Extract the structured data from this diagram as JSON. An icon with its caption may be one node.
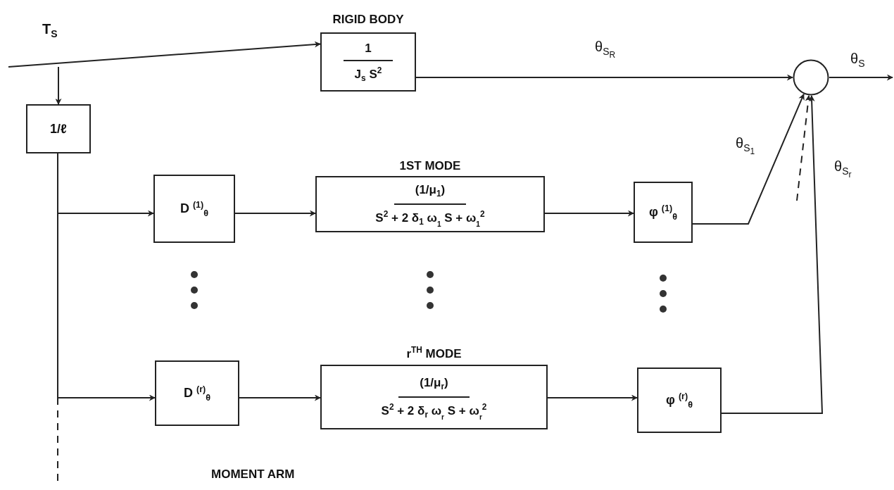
{
  "diagram": {
    "nodes": [
      {
        "text": [
          "T$_{S}$"
        ]
      },
      {
        "text": [
          "RIGID BODY",
          "1",
          "J$_{s}$ S$^{2}$"
        ]
      },
      {
        "text": [
          "1/ℓ"
        ]
      },
      {
        "text": [
          "D $^{(1)}$$_{θ}$"
        ]
      },
      {
        "text": [
          "1ST MODE",
          "(1/μ$_{1}$)",
          "S$^{2}$ + 2 δ$_{1}$ ω$_{1}$ S + ω$_{1}$$^{2}$"
        ]
      },
      {
        "text": [
          "φ $^{(1)}$$_{θ}$"
        ]
      },
      {
        "text": [
          "D $^{(r)}$$_{θ}$"
        ]
      },
      {
        "text": [
          "r$^{TH}$ MODE",
          "(1/μ$_{r}$)",
          "S$^{2}$ + 2 δ$_{r}$ ω$_{r}$ S + ω$_{r}$$^{2}$"
        ]
      },
      {
        "text": [
          "φ $^{(r)}$$_{θ}$"
        ]
      },
      {
        "text": [],
        "shape": "circle"
      }
    ],
    "edges": [
      {
        "from": 0,
        "to": 1,
        "arrow": "to"
      },
      {
        "from": 0,
        "to": 2,
        "arrow": "to"
      },
      {
        "from": 2,
        "to": 3,
        "arrow": "to"
      },
      {
        "from": 2,
        "to": 6,
        "arrow": "to"
      },
      {
        "from": 3,
        "to": 4,
        "arrow": "to"
      },
      {
        "from": 4,
        "to": 5,
        "arrow": "to"
      },
      {
        "from": 6,
        "to": 7,
        "arrow": "to"
      },
      {
        "from": 7,
        "to": 8,
        "arrow": "to"
      },
      {
        "from": 1,
        "to": 9,
        "arrow": "to",
        "label": "θ$_{S}$$_{R}$"
      },
      {
        "from": 5,
        "to": 9,
        "arrow": "to",
        "label": "θ$_{S}$$_{1}$"
      },
      {
        "from": null,
        "to": 9,
        "arrow": "to",
        "style": "dashed"
      },
      {
        "from": 8,
        "to": 9,
        "arrow": "to",
        "label": "θ$_{S}$$_{r}$"
      },
      {
        "from": 9,
        "to": null,
        "arrow": "to",
        "label": "θ$_{S}$"
      }
    ],
    "labels": [
      "MOMENT ARM"
    ]
  }
}
